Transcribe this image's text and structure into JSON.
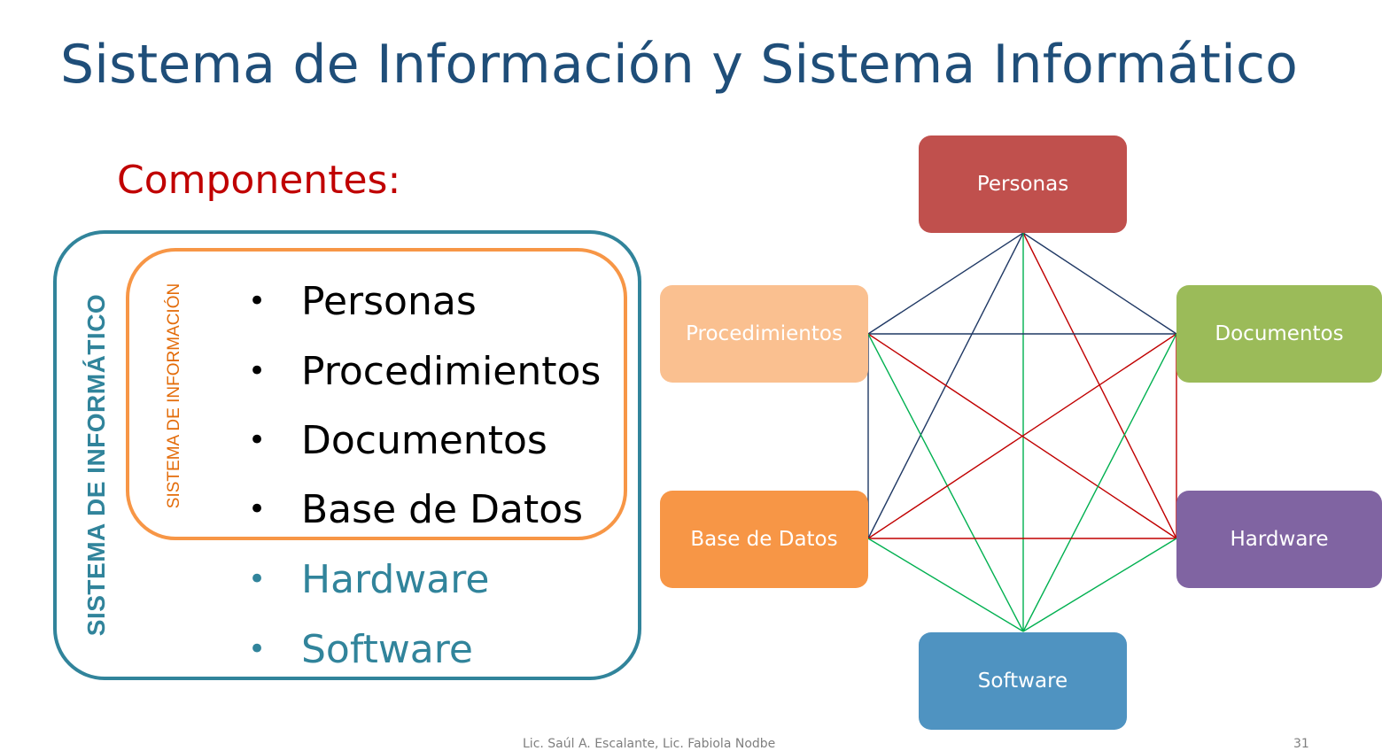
{
  "title": "Sistema de Información y Sistema Informático",
  "subtitle": "Componentes:",
  "outer_label": "SISTEMA DE INFORMÁTICO",
  "inner_label": "SISTEMA DE INFORMACIÓN",
  "items": [
    "Personas",
    "Procedimientos",
    "Documentos",
    "Base de Datos",
    "Hardware",
    "Software"
  ],
  "nodes": {
    "personas": "Personas",
    "procedimientos": "Procedimientos",
    "documentos": "Documentos",
    "base_de_datos": "Base de Datos",
    "hardware": "Hardware",
    "software": "Software"
  },
  "colors": {
    "title": "#1f4e79",
    "subtitle": "#c00000",
    "outer_border": "#31849b",
    "inner_border": "#f79646",
    "personas": "#c0504d",
    "procedimientos": "#fac090",
    "documentos": "#9bbb59",
    "base_de_datos": "#f79646",
    "hardware": "#8064a2",
    "software": "#4f93c1",
    "line_blue": "#1f3864",
    "line_red": "#c00000",
    "line_green": "#00b050"
  },
  "footer": {
    "author": "Lic. Saúl A. Escalante, Lic. Fabiola Nodbe",
    "page": "31"
  }
}
